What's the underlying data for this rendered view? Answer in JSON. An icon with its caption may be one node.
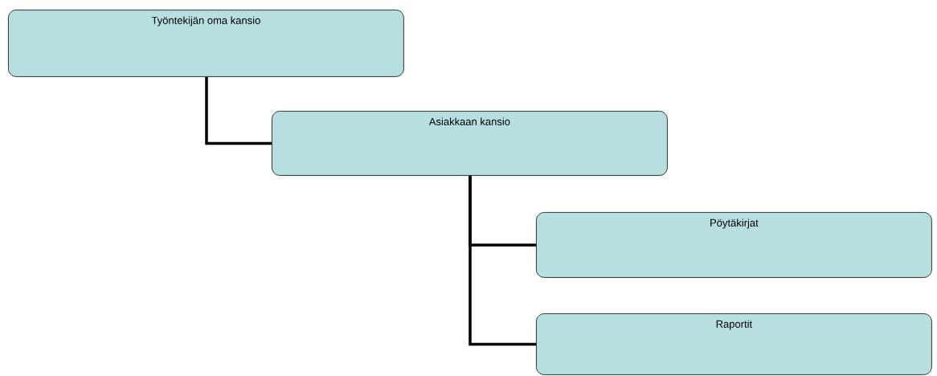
{
  "diagram": {
    "nodes": [
      {
        "text": [
          "Työntekijän oma kansio"
        ]
      },
      {
        "text": [
          "Asiakkaan kansio"
        ]
      },
      {
        "text": [
          "Pöytäkirjat"
        ]
      },
      {
        "text": [
          "Raportit"
        ]
      }
    ],
    "edges": [
      {
        "from": 0,
        "to": 1,
        "arrow": "none"
      },
      {
        "from": 1,
        "to": 2,
        "arrow": "none"
      },
      {
        "from": 1,
        "to": 3,
        "arrow": "none"
      }
    ]
  }
}
